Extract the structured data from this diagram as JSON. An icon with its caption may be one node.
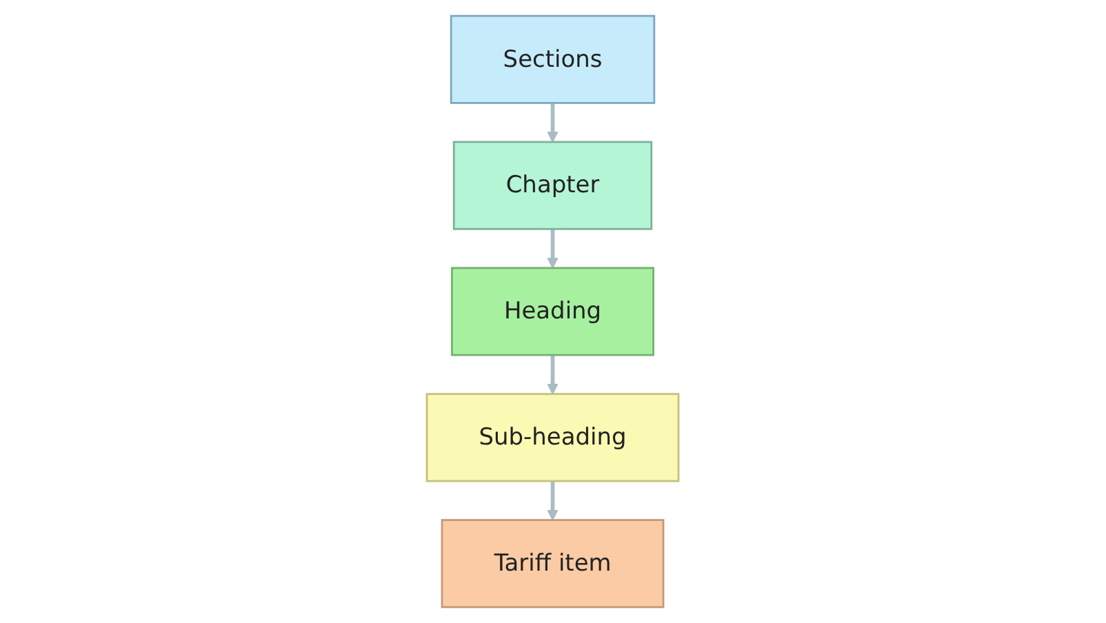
{
  "diagram": {
    "nodes": [
      {
        "text": [
          "Sections"
        ]
      },
      {
        "text": [
          "Chapter"
        ]
      },
      {
        "text": [
          "Heading"
        ]
      },
      {
        "text": [
          "Sub-heading"
        ]
      },
      {
        "text": [
          "Tariff item"
        ]
      }
    ],
    "edges": [
      {
        "from": 0,
        "to": 1,
        "arrow": "to"
      },
      {
        "from": 1,
        "to": 2,
        "arrow": "to"
      },
      {
        "from": 2,
        "to": 3,
        "arrow": "to"
      },
      {
        "from": 3,
        "to": 4,
        "arrow": "to"
      }
    ]
  }
}
